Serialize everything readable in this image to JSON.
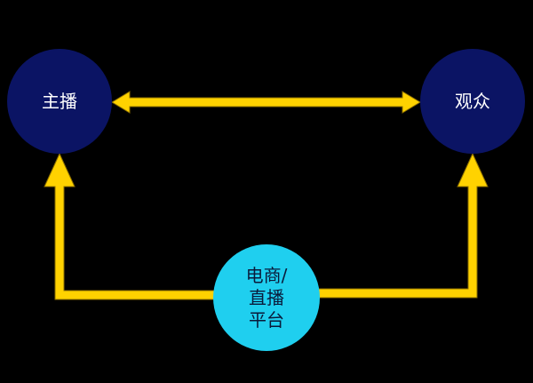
{
  "diagram": {
    "nodes": {
      "host": {
        "label": "主播"
      },
      "audience": {
        "label": "观众"
      },
      "platform": {
        "label": "电商/\n直播\n平台"
      }
    },
    "colors": {
      "background": "#000000",
      "arrow": "#FFD200",
      "arrow_outline": "#8a6d00",
      "host_fill": "#0B1464",
      "audience_fill": "#0B1464",
      "platform_fill": "#1FCFEF",
      "host_text": "#FFFFFF",
      "audience_text": "#FFFFFF",
      "platform_text": "#0A1A3A"
    },
    "edges": [
      {
        "from": "host",
        "to": "audience",
        "direction": "both"
      },
      {
        "from": "platform",
        "to": "host",
        "direction": "forward"
      },
      {
        "from": "platform",
        "to": "audience",
        "direction": "forward"
      }
    ]
  }
}
